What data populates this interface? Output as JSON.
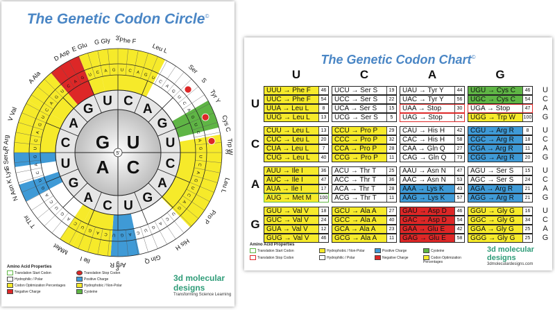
{
  "circle": {
    "title": "The Genetic Codon Circle",
    "reg": "©",
    "inner": [
      "G",
      "U",
      "A",
      "C"
    ],
    "middle": [
      "C",
      "A",
      "G",
      "U",
      "C",
      "A",
      "G",
      "U",
      "C",
      "A",
      "G",
      "U",
      "C",
      "A",
      "G",
      "U"
    ],
    "three_prime": "3'",
    "five_prime": "5'",
    "aa_labels": [
      {
        "text": "Phe F",
        "deg": 5
      },
      {
        "text": "Leu L",
        "deg": 22
      },
      {
        "text": "Ser",
        "deg": 42
      },
      {
        "text": "S",
        "deg": 50
      },
      {
        "text": "Tyr Y",
        "deg": 60
      },
      {
        "text": "Cys C",
        "deg": 75
      },
      {
        "text": "Trp W",
        "deg": 87
      },
      {
        "text": "Leu L",
        "deg": 107
      },
      {
        "text": "Pro P",
        "deg": 125
      },
      {
        "text": "His H",
        "deg": 145
      },
      {
        "text": "Gln Q",
        "deg": 162
      },
      {
        "text": "Arg R",
        "deg": 180
      },
      {
        "text": "Ile I",
        "deg": 197
      },
      {
        "text": "M",
        "deg": 208
      },
      {
        "text": "Met",
        "deg": 212
      },
      {
        "text": "T Thr",
        "deg": 232
      },
      {
        "text": "N Asn",
        "deg": 249
      },
      {
        "text": "K Lys",
        "deg": 258
      },
      {
        "text": "S Ser",
        "deg": 265
      },
      {
        "text": "R Arg",
        "deg": 275
      },
      {
        "text": "V Val",
        "deg": 290
      },
      {
        "text": "A Ala",
        "deg": 312
      },
      {
        "text": "D Asp",
        "deg": 330
      },
      {
        "text": "E Glu",
        "deg": 340
      },
      {
        "text": "G Gly",
        "deg": 352
      }
    ],
    "legend": {
      "heading": "Amino Acid Properties",
      "items": [
        "Translation Start Codon",
        "Translation Stop Codon",
        "Hydrophilic / Polar",
        "Positive Charge",
        "Codon Optimization Percentages",
        "Hydrophobic / Non-Polar",
        "Negative Charge",
        "Cysteine"
      ]
    },
    "logo": {
      "name": "3d molecular designs",
      "tagline": "Transforming Science Learning"
    }
  },
  "chart": {
    "title": "The Genetic Codon Chart",
    "reg": "©",
    "columns": [
      "U",
      "C",
      "A",
      "G"
    ],
    "rows": [
      "U",
      "C",
      "A",
      "G"
    ],
    "third": [
      "U",
      "C",
      "A",
      "G"
    ],
    "blocks": [
      [
        [
          {
            "t": "UUU → Phe F",
            "p": "46",
            "c": "yellow"
          },
          {
            "t": "UUC → Phe F",
            "p": "54",
            "c": "yellow"
          },
          {
            "t": "UUA → Leu L",
            "p": "8",
            "c": "yellow"
          },
          {
            "t": "UUG → Leu L",
            "p": "13",
            "c": "yellow"
          }
        ],
        [
          {
            "t": "UCU → Ser S",
            "p": "19",
            "c": "white"
          },
          {
            "t": "UCC → Ser S",
            "p": "22",
            "c": "white"
          },
          {
            "t": "UCA → Ser S",
            "p": "15",
            "c": "white"
          },
          {
            "t": "UCG → Ser S",
            "p": "5",
            "c": "white"
          }
        ],
        [
          {
            "t": "UAU → Tyr Y",
            "p": "44",
            "c": "white"
          },
          {
            "t": "UAC → Tyr Y",
            "p": "56",
            "c": "white"
          },
          {
            "t": "UAA → Stop",
            "p": "30",
            "c": "stop"
          },
          {
            "t": "UAG → Stop",
            "p": "24",
            "c": "stop"
          }
        ],
        [
          {
            "t": "UGU → Cys C",
            "p": "46",
            "c": "green"
          },
          {
            "t": "UGC → Cys C",
            "p": "54",
            "c": "green"
          },
          {
            "t": "UGA → Stop",
            "p": "47",
            "c": "stop"
          },
          {
            "t": "UGG → Trp W",
            "p": "100",
            "c": "yellow"
          }
        ]
      ],
      [
        [
          {
            "t": "CUU → Leu L",
            "p": "13",
            "c": "yellow"
          },
          {
            "t": "CUC → Leu L",
            "p": "20",
            "c": "yellow"
          },
          {
            "t": "CUA → Leu L",
            "p": "7",
            "c": "yellow"
          },
          {
            "t": "CUG → Leu L",
            "p": "40",
            "c": "yellow"
          }
        ],
        [
          {
            "t": "CCU → Pro P",
            "p": "29",
            "c": "yellow"
          },
          {
            "t": "CCC → Pro P",
            "p": "32",
            "c": "yellow"
          },
          {
            "t": "CCA → Pro P",
            "p": "28",
            "c": "yellow"
          },
          {
            "t": "CCG → Pro P",
            "p": "11",
            "c": "yellow"
          }
        ],
        [
          {
            "t": "CAU → His H",
            "p": "42",
            "c": "white"
          },
          {
            "t": "CAC → His H",
            "p": "58",
            "c": "white"
          },
          {
            "t": "CAA → Gln Q",
            "p": "27",
            "c": "white"
          },
          {
            "t": "CAG → Gln Q",
            "p": "73",
            "c": "white"
          }
        ],
        [
          {
            "t": "CGU → Arg R",
            "p": "8",
            "c": "blue"
          },
          {
            "t": "CGC → Arg R",
            "p": "18",
            "c": "blue"
          },
          {
            "t": "CGA → Arg R",
            "p": "11",
            "c": "blue"
          },
          {
            "t": "CGG → Arg R",
            "p": "20",
            "c": "blue"
          }
        ]
      ],
      [
        [
          {
            "t": "AUU → Ile I",
            "p": "36",
            "c": "yellow"
          },
          {
            "t": "AUC → Ile I",
            "p": "47",
            "c": "yellow"
          },
          {
            "t": "AUA → Ile I",
            "p": "17",
            "c": "yellow"
          },
          {
            "t": "AUG → Met M",
            "p": "100",
            "c": "start"
          }
        ],
        [
          {
            "t": "ACU → Thr T",
            "p": "25",
            "c": "white"
          },
          {
            "t": "ACC → Thr T",
            "p": "36",
            "c": "white"
          },
          {
            "t": "ACA → Thr T",
            "p": "28",
            "c": "white"
          },
          {
            "t": "ACG → Thr T",
            "p": "11",
            "c": "white"
          }
        ],
        [
          {
            "t": "AAU → Asn N",
            "p": "47",
            "c": "white"
          },
          {
            "t": "AAC → Asn N",
            "p": "53",
            "c": "white"
          },
          {
            "t": "AAA → Lys K",
            "p": "43",
            "c": "blue"
          },
          {
            "t": "AAG → Lys K",
            "p": "57",
            "c": "blue"
          }
        ],
        [
          {
            "t": "AGU → Ser S",
            "p": "15",
            "c": "white"
          },
          {
            "t": "AGC → Ser S",
            "p": "24",
            "c": "white"
          },
          {
            "t": "AGA → Arg R",
            "p": "21",
            "c": "blue"
          },
          {
            "t": "AGG → Arg R",
            "p": "21",
            "c": "blue"
          }
        ]
      ],
      [
        [
          {
            "t": "GUU → Val V",
            "p": "18",
            "c": "yellow"
          },
          {
            "t": "GUC → Val V",
            "p": "24",
            "c": "yellow"
          },
          {
            "t": "GUA → Val V",
            "p": "12",
            "c": "yellow"
          },
          {
            "t": "GUG → Val V",
            "p": "46",
            "c": "yellow"
          }
        ],
        [
          {
            "t": "GCU → Ala A",
            "p": "27",
            "c": "yellow"
          },
          {
            "t": "GCC → Ala A",
            "p": "40",
            "c": "yellow"
          },
          {
            "t": "GCA → Ala A",
            "p": "23",
            "c": "yellow"
          },
          {
            "t": "GCG → Ala A",
            "p": "11",
            "c": "yellow"
          }
        ],
        [
          {
            "t": "GAU → Asp D",
            "p": "46",
            "c": "red"
          },
          {
            "t": "GAC → Asp D",
            "p": "54",
            "c": "red"
          },
          {
            "t": "GAA → Glu E",
            "p": "42",
            "c": "red"
          },
          {
            "t": "GAG → Glu E",
            "p": "58",
            "c": "red"
          }
        ],
        [
          {
            "t": "GGU → Gly G",
            "p": "16",
            "c": "yellow"
          },
          {
            "t": "GGC → Gly G",
            "p": "34",
            "c": "yellow"
          },
          {
            "t": "GGA → Gly G",
            "p": "25",
            "c": "yellow"
          },
          {
            "t": "GGG → Gly G",
            "p": "25",
            "c": "yellow"
          }
        ]
      ]
    ],
    "legend": {
      "heading": "Amino Acid Properties",
      "items": [
        "Translation Start Codon",
        "Translation Stop Codon",
        "Hydrophobic / Non-Polar",
        "Hydrophilic / Polar",
        "Positive Charge",
        "Negative Charge",
        "Cysteine",
        "Codon Optimization Percentages"
      ]
    },
    "logo": {
      "name": "3d molecular designs",
      "tagline": "3dmoleculardesigns.com"
    }
  },
  "colors": {
    "yellow": "#f6ea2a",
    "white": "#ffffff",
    "blue": "#3f9ad6",
    "red": "#dd2727",
    "green": "#5fb545",
    "stop": "#ffffff",
    "start": "#f6ea2a",
    "title": "#4a86c5"
  }
}
